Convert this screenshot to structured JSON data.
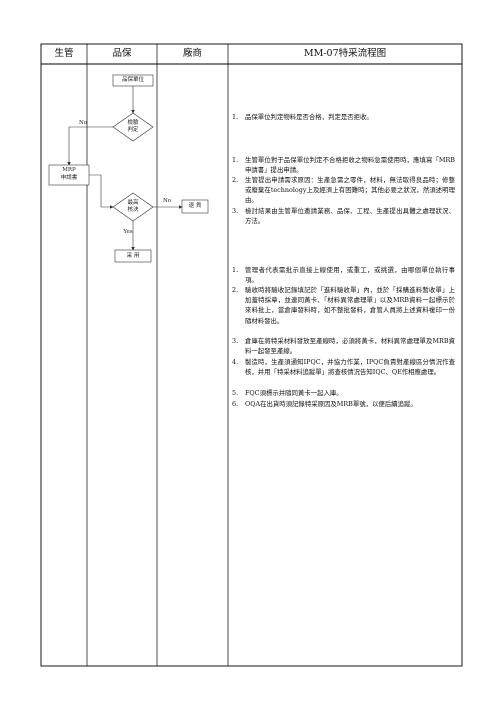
{
  "header": {
    "col1": "生管",
    "col2": "品保",
    "col3": "廠商",
    "col4": "MM-07特采流程图"
  },
  "flow": {
    "start_box": "品保單位",
    "decision1": "檢驗\n判定",
    "mrb_box_line1": "MRP",
    "mrb_box_line2": "申請書",
    "decision2": "最高\n核決",
    "return_box": "退 貨",
    "use_box": "采 用",
    "label_no_1": "No",
    "label_no_2": "No",
    "label_yes": "Yes"
  },
  "notes": {
    "group1": [
      {
        "num": "1.",
        "text": "品保單位判定物料是否合格，判定是否拒收。"
      }
    ],
    "group2": [
      {
        "num": "1.",
        "text": "生管單位對于品保單位判定不合格拒收之物料急需使用時，應填寫「MRB申請書」提出申請。"
      },
      {
        "num": "2.",
        "text": "生管提出申請需求原因：生產急需之零件，材料，無法取得良品時；修整或廢棄在technology上及經濟上有困難時；其他必要之狀況，然須述明理由。"
      },
      {
        "num": "3.",
        "text": "檢討結果由生管單位邀請業務、品保、工程、生產提出具體之處理狀況、方法。"
      }
    ],
    "group3": [
      {
        "num": "1.",
        "text": "管理者代表需批示直接上線使用，或重工，或挑選，由哪個單位執行事項。"
      },
      {
        "num": "2.",
        "text": "驗收時將驗收記錄填記於「進料驗收單」內，並於「採購進料暫收單」上加蓋特採章，並連同黃卡、「材料異常處理單」以及MRB資料一起標示於來料批上，當倉庫發料時，如不整批發料，倉管人員將上述資料複印一份隨材料發出。"
      },
      {
        "num": "3.",
        "text": "倉庫在將特采材料發放至產線時，必須將黃卡，材料異常處理單及MRB資料一起發至產線。"
      },
      {
        "num": "4.",
        "text": "製造時，生產須通知IPQC，并協力作業，IPQC負責對產線區分情況作查核，并用「特采材料追蹤單」將查核情況告知IQC、QE作相應處理。"
      },
      {
        "num": "5.",
        "text": "FQC須標示并隨同黃卡一起入庫。"
      },
      {
        "num": "6.",
        "text": "OQA在出貨時須記錄特采原因及MRB單號，以便后續追蹤。"
      }
    ]
  }
}
